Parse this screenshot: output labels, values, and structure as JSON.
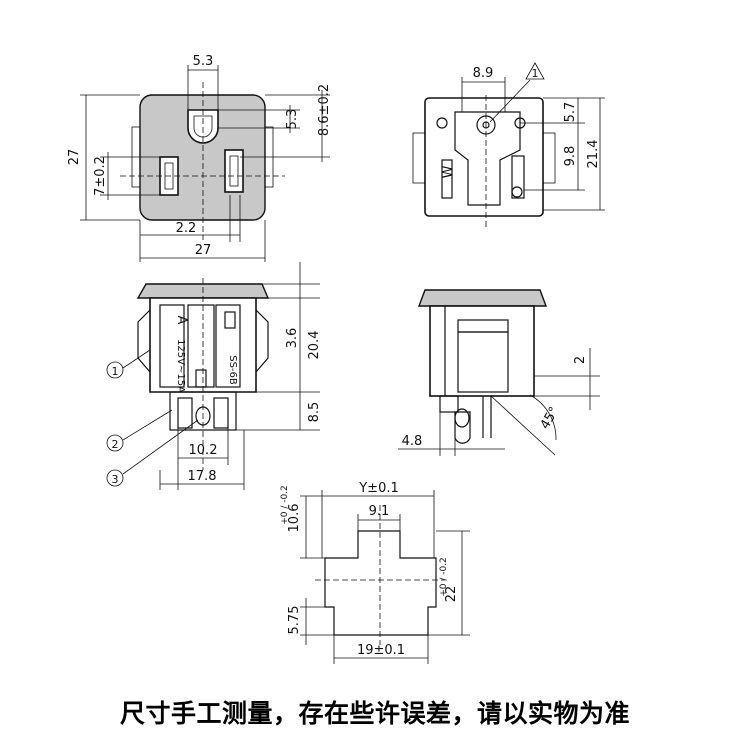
{
  "front_view": {
    "dims": {
      "top_slot_width": "5.3",
      "top_right_offset": "8.6±0.2",
      "top_slot_height": "5.3",
      "total_height": "27",
      "slot_height": "7±0.2",
      "blade_width": "2.2",
      "total_width": "27"
    }
  },
  "back_view": {
    "dims": {
      "top_width": "8.9",
      "mark": "1",
      "upper": "5.7",
      "middle": "9.8",
      "total": "21.4"
    },
    "marks": {
      "w_mark": "W"
    }
  },
  "side_view": {
    "dims": {
      "flange": "3.6",
      "body_height": "20.4",
      "terminal_height": "8.5",
      "inner_width": "10.2",
      "outer_width": "17.8"
    },
    "labels": {
      "a_mark": "A",
      "rating": "125V~15A",
      "model": "SS-6B"
    },
    "callouts": [
      "1",
      "2",
      "3"
    ]
  },
  "angle_view": {
    "dims": {
      "drop": "2",
      "angle": "45°",
      "offset": "4.8"
    }
  },
  "cutout": {
    "dims": {
      "top_width": "Y±0.1",
      "notch": "9.1",
      "top_depth": "10.6",
      "top_depth_tol": "+0 / -0.2",
      "height": "22",
      "height_tol": "+0 / -0.2",
      "bottom_step": "5.75",
      "bottom_width": "19±0.1"
    }
  },
  "note": "尺寸手工测量，存在些许误差，请以实物为准"
}
